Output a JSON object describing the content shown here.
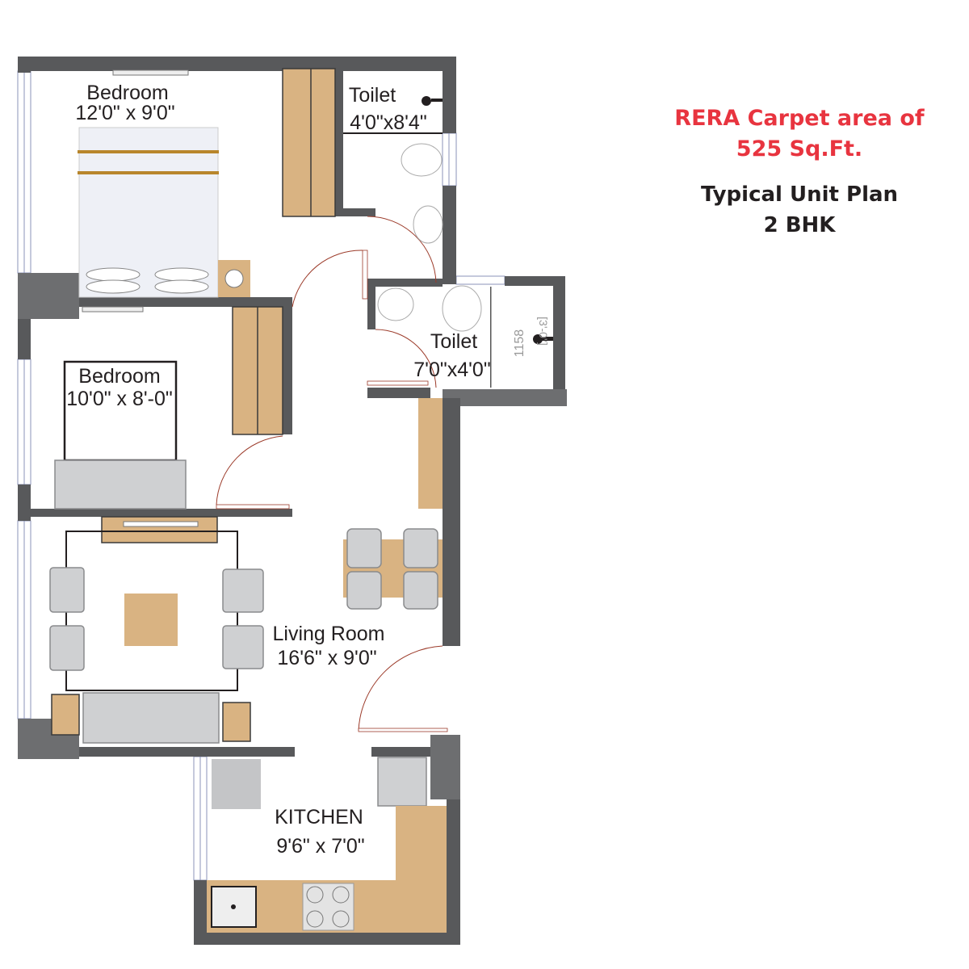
{
  "info": {
    "carpet_line1": "RERA Carpet area of",
    "carpet_line2": "525 Sq.Ft.",
    "plan_line1": "Typical Unit Plan",
    "plan_line2": "2 BHK",
    "accent_color": "#e8343f"
  },
  "rooms": {
    "bedroom1": {
      "name": "Bedroom",
      "size": "12'0\" x 9'0\""
    },
    "toilet1": {
      "name": "Toilet",
      "size": "4'0\"x8'4\""
    },
    "toilet2": {
      "name": "Toilet",
      "size": "7'0\"x4'0\""
    },
    "bedroom2": {
      "name": "Bedroom",
      "size": "10'0\" x 8'-0\""
    },
    "living": {
      "name": "Living Room",
      "size": "16'6\" x 9'0\""
    },
    "kitchen": {
      "name": "KITCHEN",
      "size": "9'6\" x 7'0\""
    },
    "shower_dim": {
      "mm": "1158",
      "ft": "[3'-0\"]"
    }
  },
  "colors": {
    "wall": "#58595b",
    "wood": "#d9b382",
    "furniture": "#cfd0d2"
  }
}
